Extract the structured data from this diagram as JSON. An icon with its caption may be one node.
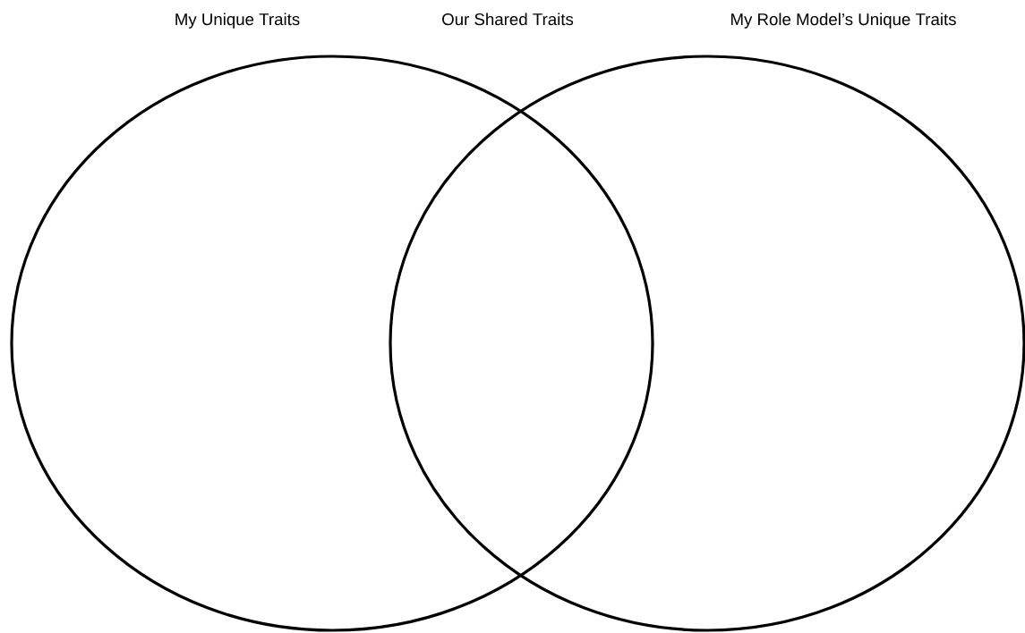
{
  "diagram": {
    "nodes": [
      {
        "text": [
          "My Unique Traits"
        ]
      },
      {
        "text": [
          "My Role Model’s Unique Traits"
        ]
      }
    ],
    "labels": [
      "Our Shared Traits"
    ]
  }
}
